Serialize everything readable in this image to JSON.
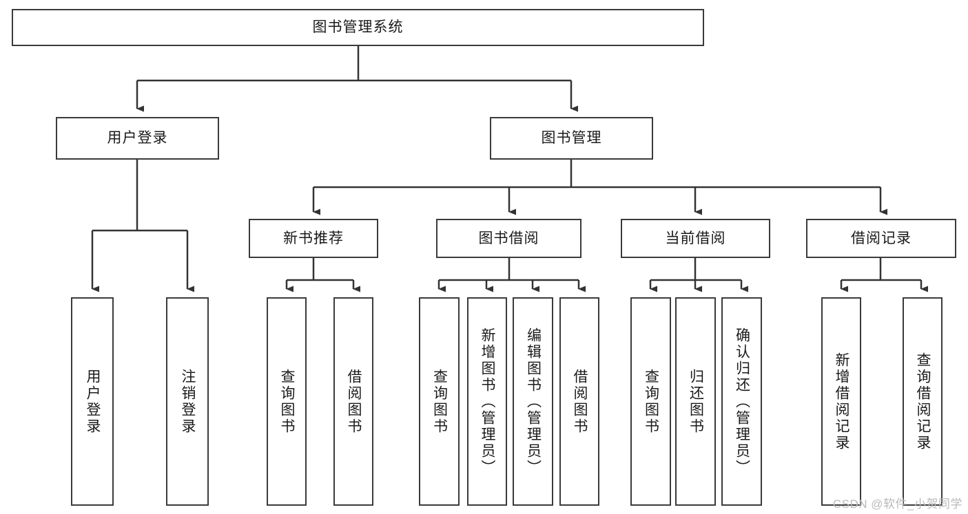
{
  "diagram": {
    "title": "图书管理系统",
    "type": "tree-hierarchy-diagram",
    "watermark": "CSDN @软件_小贺同学",
    "colors": {
      "box_border": "#3a3a3a",
      "box_fill": "#ffffff",
      "connector": "#333333",
      "text": "#1a1a1a",
      "watermark": "#b9b9b9",
      "background": "#ffffff"
    }
  },
  "nodes": {
    "root": {
      "label": "图书管理系统"
    },
    "level2": [
      {
        "id": "user-login",
        "label": "用户登录"
      },
      {
        "id": "book-manage",
        "label": "图书管理"
      }
    ],
    "level3": [
      {
        "id": "new-book-recommend",
        "label": "新书推荐"
      },
      {
        "id": "book-borrow",
        "label": "图书借阅"
      },
      {
        "id": "current-borrow",
        "label": "当前借阅"
      },
      {
        "id": "borrow-record",
        "label": "借阅记录"
      }
    ],
    "leaves": {
      "user_login": [
        {
          "id": "leaf-user-login",
          "label": "用户登录"
        },
        {
          "id": "leaf-logout-login",
          "label": "注销登录"
        }
      ],
      "new_book_recommend": [
        {
          "id": "leaf-query-book-1",
          "label": "查询图书"
        },
        {
          "id": "leaf-borrow-book-1",
          "label": "借阅图书"
        }
      ],
      "book_borrow": [
        {
          "id": "leaf-query-book-2",
          "label": "查询图书"
        },
        {
          "id": "leaf-add-book",
          "label": "新增图书（管理员）"
        },
        {
          "id": "leaf-edit-book",
          "label": "编辑图书（管理员）"
        },
        {
          "id": "leaf-borrow-book-2",
          "label": "借阅图书"
        }
      ],
      "current_borrow": [
        {
          "id": "leaf-query-book-3",
          "label": "查询图书"
        },
        {
          "id": "leaf-return-book",
          "label": "归还图书"
        },
        {
          "id": "leaf-confirm-return",
          "label": "确认归还（管理员）"
        }
      ],
      "borrow_record": [
        {
          "id": "leaf-add-record",
          "label": "新增借阅记录"
        },
        {
          "id": "leaf-query-record",
          "label": "查询借阅记录"
        }
      ]
    }
  }
}
